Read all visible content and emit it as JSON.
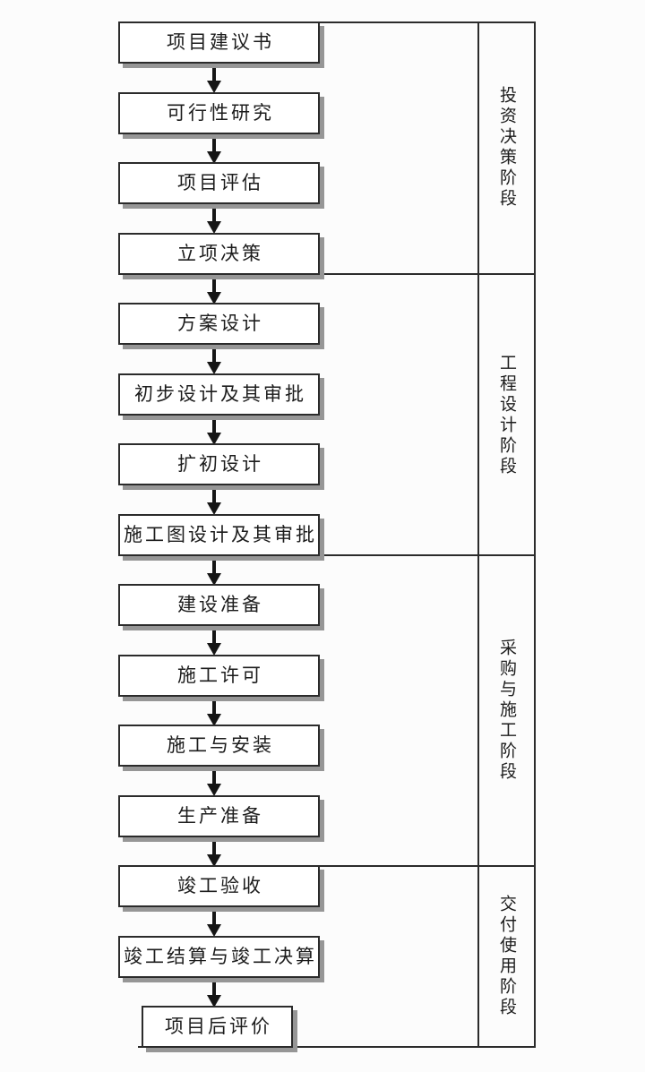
{
  "colors": {
    "background": "#fcfcfc",
    "box_fill": "#ffffff",
    "line": "#2b2b2b",
    "line_strong": "#151515",
    "text": "#1c1c1c",
    "shadow": "#969696"
  },
  "flow": {
    "steps": [
      {
        "label": "项目建议书"
      },
      {
        "label": "可行性研究"
      },
      {
        "label": "项目评估"
      },
      {
        "label": "立项决策"
      },
      {
        "label": "方案设计"
      },
      {
        "label": "初步设计及其审批"
      },
      {
        "label": "扩初设计"
      },
      {
        "label": "施工图设计及其审批"
      },
      {
        "label": "建设准备"
      },
      {
        "label": "施工许可"
      },
      {
        "label": "施工与安装"
      },
      {
        "label": "生产准备"
      },
      {
        "label": "竣工验收"
      },
      {
        "label": "竣工结算与竣工决算"
      },
      {
        "label": "项目后评价"
      }
    ]
  },
  "phases": [
    {
      "label": "投资决策阶段"
    },
    {
      "label": "工程设计阶段"
    },
    {
      "label": "采购与施工阶段"
    },
    {
      "label": "交付使用阶段"
    }
  ]
}
